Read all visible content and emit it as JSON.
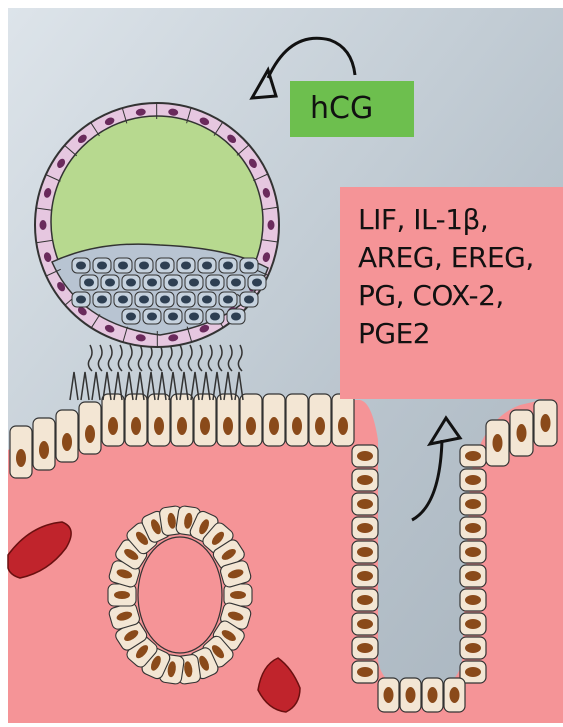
{
  "labels": {
    "hcg": "hCG",
    "signals": [
      "LIF, IL-1β,",
      "AREG, EREG,",
      "PG, COX-2,",
      "PGE2"
    ]
  },
  "colors": {
    "lumen_background": "#b5c2cc",
    "stroma": "#f59497",
    "blastocoel": "#b7d98f",
    "trophoblast_membrane": "#e6c7e0",
    "nucleus": "#6a2a5c",
    "epithelial_cell": "#f3e6d4",
    "epithelial_nucleus": "#8a4a1a",
    "hcg_box": "#6dbf4e",
    "signal_box": "#f59497",
    "blood_cell": "#c0242c"
  }
}
